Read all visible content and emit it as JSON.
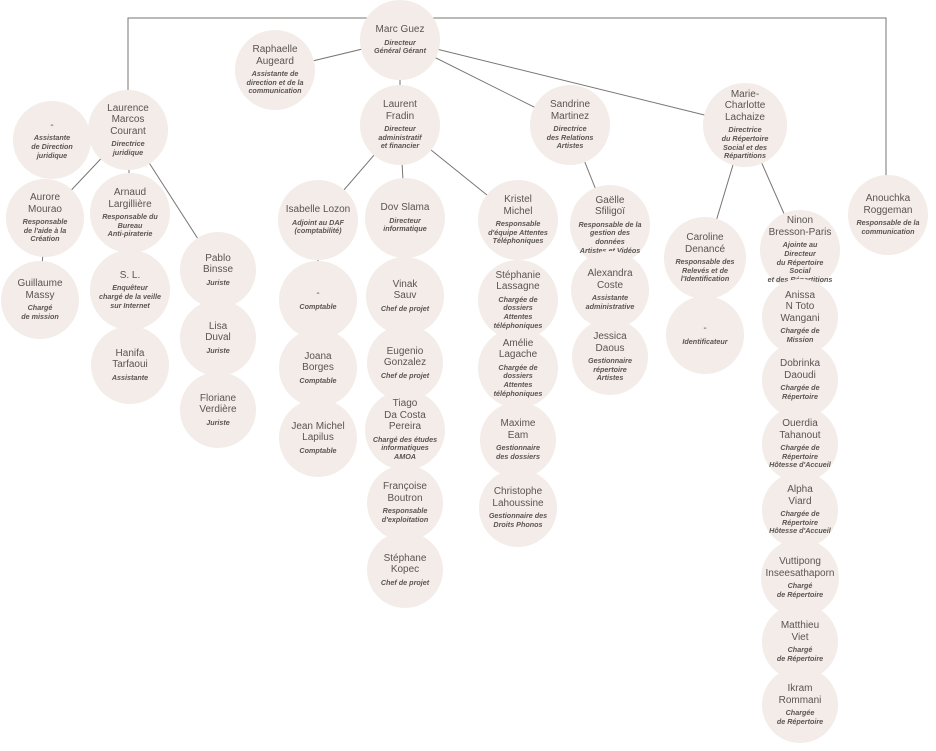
{
  "nodes": {
    "guez": {
      "name": "Marc Guez",
      "role": "Directeur\nGénéral Gérant"
    },
    "augeard": {
      "name": "Raphaelle\nAugeard",
      "role": "Assistante de\ndirection et de la\ncommunication"
    },
    "fradin": {
      "name": "Laurent\nFradin",
      "role": "Directeur\nadministratif\net financier"
    },
    "martinez": {
      "name": "Sandrine\nMartinez",
      "role": "Directrice\ndes Relations\nArtistes"
    },
    "lachaize": {
      "name": "Marie-\nCharlotte\nLachaize",
      "role": "Directrice\ndu Répertoire\nSocial et des\nRépartitions"
    },
    "roggeman": {
      "name": "Anouchka\nRoggeman",
      "role": "Responsable de la\ncommunication"
    },
    "courant": {
      "name": "Laurence\nMarcos Courant",
      "role": "Directrice\njuridique"
    },
    "asst_jur": {
      "name": "-",
      "role": "Assistante\nde Direction\njuridique"
    },
    "mourao": {
      "name": "Aurore\nMourao",
      "role": "Responsable\nde l'aide à la\nCréation"
    },
    "massy": {
      "name": "Guillaume\nMassy",
      "role": "Chargé\nde mission"
    },
    "largilliere": {
      "name": "Arnaud\nLargillière",
      "role": "Responsable du\nBureau\nAnti-piraterie"
    },
    "sl": {
      "name": "S. L.",
      "role": "Enquêteur\nchargé de la veille\nsur Internet"
    },
    "tarfaoui": {
      "name": "Hanifa\nTarfaoui",
      "role": "Assistante"
    },
    "binsse": {
      "name": "Pablo\nBinsse",
      "role": "Juriste"
    },
    "duval": {
      "name": "Lisa\nDuval",
      "role": "Juriste"
    },
    "verdiere": {
      "name": "Floriane\nVerdière",
      "role": "Juriste"
    },
    "lozon": {
      "name": "Isabelle Lozon",
      "role": "Adjoint au DAF\n(comptabilité)"
    },
    "comptable": {
      "name": "-",
      "role": "Comptable"
    },
    "borges": {
      "name": "Joana\nBorges",
      "role": "Comptable"
    },
    "lapilus": {
      "name": "Jean Michel\nLapilus",
      "role": "Comptable"
    },
    "slama": {
      "name": "Dov Slama",
      "role": "Directeur\ninformatique"
    },
    "sauv": {
      "name": "Vinak\nSauv",
      "role": "Chef de projet"
    },
    "gonzalez": {
      "name": "Eugenio\nGonzalez",
      "role": "Chef de projet"
    },
    "pereira": {
      "name": "Tiago\nDa Costa Pereira",
      "role": "Chargé des études\ninformatiques\nAMOA"
    },
    "boutron": {
      "name": "Françoise\nBoutron",
      "role": "Responsable\nd'exploitation"
    },
    "kopec": {
      "name": "Stéphane\nKopec",
      "role": "Chef de projet"
    },
    "michel": {
      "name": "Kristel\nMichel",
      "role": "Responsable\nd'équipe Attentes\nTéléphoniques"
    },
    "lassagne": {
      "name": "Stéphanie\nLassagne",
      "role": "Chargée de dossiers\nAttentes\ntéléphoniques"
    },
    "lagache": {
      "name": "Amélie\nLagache",
      "role": "Chargée de dossiers\nAttentes\ntéléphoniques"
    },
    "eam": {
      "name": "Maxime\nEam",
      "role": "Gestionnaire\ndes dossiers"
    },
    "lahoussine": {
      "name": "Christophe\nLahoussine",
      "role": "Gestionnaire des\nDroits Phonos"
    },
    "sfiligoi": {
      "name": "Gaëlle\nSfiligoï",
      "role": "Responsable de la\ngestion des données\nArtistes et Vidéos"
    },
    "coste": {
      "name": "Alexandra\nCoste",
      "role": "Assistante\nadministrative"
    },
    "daous": {
      "name": "Jessica\nDaous",
      "role": "Gestionnaire\nrépertoire\nArtistes"
    },
    "denance": {
      "name": "Caroline\nDenancé",
      "role": "Responsable des\nRelevés et de\nl'Identification"
    },
    "identificateur": {
      "name": "-",
      "role": "Identificateur"
    },
    "bresson": {
      "name": "Ninon\nBresson-Paris",
      "role": "Ajointe au Directeur\ndu Répertoire Social\net des Répartitions"
    },
    "wangani": {
      "name": "Anissa\nN Toto Wangani",
      "role": "Chargée de\nMission"
    },
    "daoudi": {
      "name": "Dobrinka\nDaoudi",
      "role": "Chargée de\nRépertoire"
    },
    "tahanout": {
      "name": "Ouerdia\nTahanout",
      "role": "Chargée de Répertoire\nHôtesse d'Accueil"
    },
    "viard": {
      "name": "Alpha\nViard",
      "role": "Chargée de Répertoire\nHôtesse d'Accueil"
    },
    "inseesathaporn": {
      "name": "Vuttipong\nInseesathaporn",
      "role": "Chargé\nde Répertoire"
    },
    "viet": {
      "name": "Matthieu\nViet",
      "role": "Chargé\nde Répertoire"
    },
    "rommani": {
      "name": "Ikram\nRommani",
      "role": "Chargée\nde Répertoire"
    }
  }
}
